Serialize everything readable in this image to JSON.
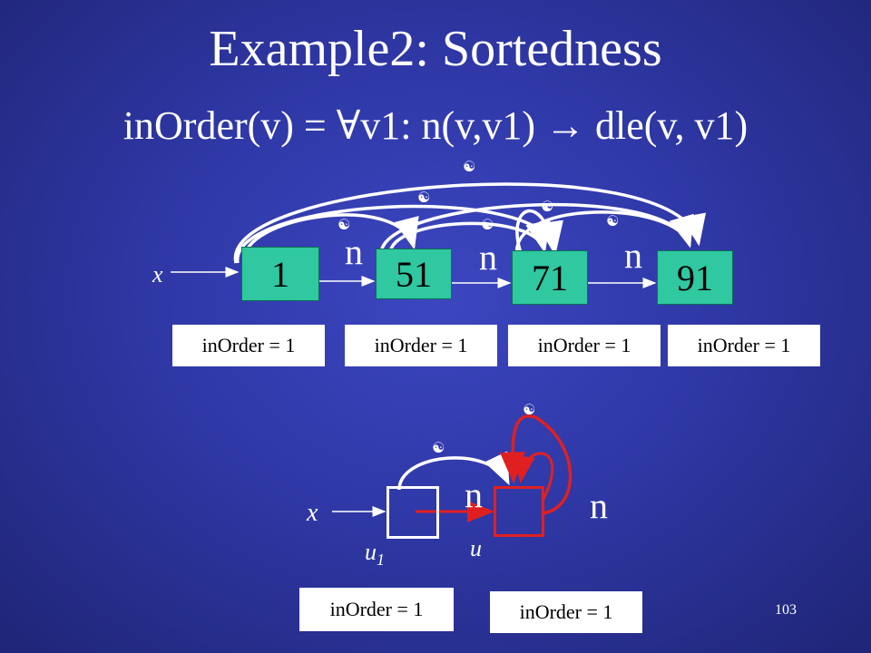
{
  "title": "Example2: Sortedness",
  "formula": "inOrder(v) = ∀v1: n(v,v1) → dle(v, v1)",
  "top": {
    "variable": "x",
    "nodes": [
      "1",
      "51",
      "71",
      "91"
    ],
    "edge_label": "n",
    "marker_glyph": "☯",
    "inorder_labels": [
      "inOrder = 1",
      "inOrder = 1",
      "inOrder = 1",
      "inOrder = 1"
    ]
  },
  "bottom": {
    "variable": "x",
    "node_u1_label": "u",
    "node_u1_subscript": "1",
    "node_u_label": "u",
    "edge_label": "n",
    "self_edge_label": "n",
    "marker_glyph": "☯",
    "inorder_labels": [
      "inOrder = 1",
      "inOrder = 1"
    ]
  },
  "colors": {
    "node_fill": "#2fc8a0",
    "summary_node_border": "#e02020",
    "plain_node_border": "#ffffff",
    "edge_white": "#ffffff",
    "edge_red": "#e02020"
  },
  "page_number": "103"
}
